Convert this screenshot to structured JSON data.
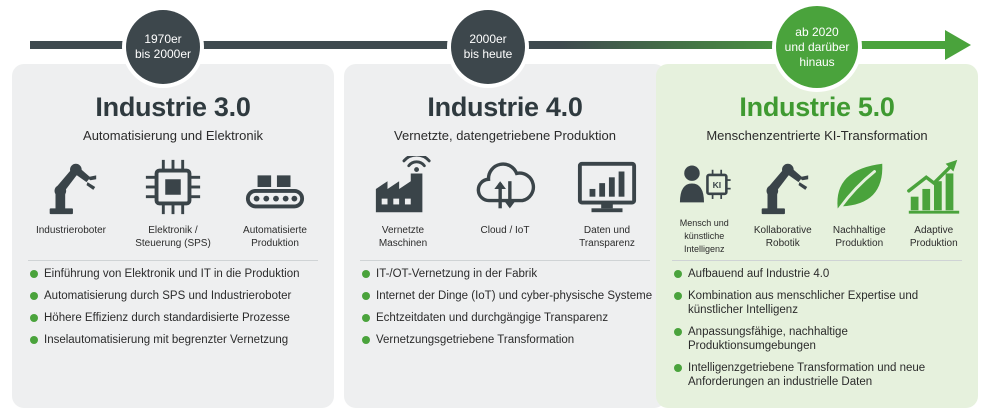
{
  "colors": {
    "dark": "#3f4a4f",
    "green": "#4aa33c",
    "panel_grey": "#eeeff0",
    "panel_green": "#e6f1dd"
  },
  "eras": [
    {
      "line1": "1970er",
      "line2": "bis 2000er",
      "line3": ""
    },
    {
      "line1": "2000er",
      "line2": "bis heute",
      "line3": ""
    },
    {
      "line1": "ab 2020",
      "line2": "und darüber",
      "line3": "hinaus"
    }
  ],
  "panels": [
    {
      "title": "Industrie 3.0",
      "subtitle": "Automatisierung und Elektronik",
      "icons": [
        {
          "icon": "robot-arm-icon",
          "line1": "Industrieroboter",
          "line2": ""
        },
        {
          "icon": "chip-icon",
          "line1": "Elektronik /",
          "line2": "Steuerung (SPS)"
        },
        {
          "icon": "conveyor-icon",
          "line1": "Automatisierte",
          "line2": "Produktion"
        }
      ],
      "bullets": [
        "Einführung von Elektronik und IT in die Produktion",
        "Automatisierung durch SPS und Industrieroboter",
        "Höhere Effizienz durch standardisierte Prozesse",
        "Inselautomatisierung mit begrenzter Vernetzung"
      ]
    },
    {
      "title": "Industrie 4.0",
      "subtitle": "Vernetzte, datengetriebene Produktion",
      "icons": [
        {
          "icon": "connected-factory-icon",
          "line1": "Vernetzte",
          "line2": "Maschinen"
        },
        {
          "icon": "cloud-iot-icon",
          "line1": "Cloud / IoT",
          "line2": ""
        },
        {
          "icon": "monitor-chart-icon",
          "line1": "Daten und",
          "line2": "Transparenz"
        }
      ],
      "bullets": [
        "IT-/OT-Vernetzung in der Fabrik",
        "Internet der Dinge (IoT) und cyber-physische Systeme",
        "Echtzeitdaten und durchgängige Transparenz",
        "Vernetzungsgetriebene Transformation"
      ]
    },
    {
      "title": "Industrie 5.0",
      "subtitle": "Menschenzentrierte KI-Transformation",
      "icons": [
        {
          "icon": "person-ki-icon",
          "line1": "Mensch und",
          "line2": "künstliche Intelligenz"
        },
        {
          "icon": "robot-arm-icon",
          "line1": "Kollaborative",
          "line2": "Robotik"
        },
        {
          "icon": "leaf-icon",
          "line1": "Nachhaltige",
          "line2": "Produktion"
        },
        {
          "icon": "growth-chart-icon",
          "line1": "Adaptive",
          "line2": "Produktion"
        }
      ],
      "bullets": [
        "Aufbauend auf Industrie 4.0",
        "Kombination aus menschlicher Expertise und künstlicher Intelligenz",
        "Anpassungsfähige, nachhaltige Produktionsumgebungen",
        "Intelligenzgetriebene Transformation und neue Anforderungen an industrielle Daten"
      ]
    }
  ]
}
